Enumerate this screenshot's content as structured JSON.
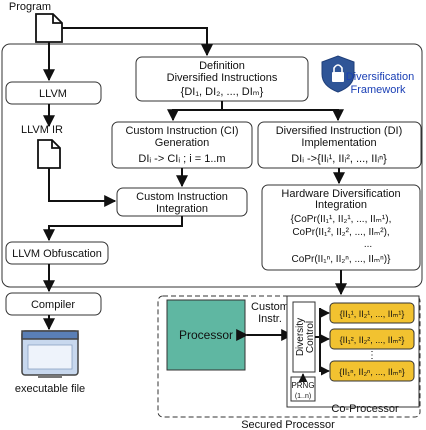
{
  "labels": {
    "program": "Program",
    "llvm": "LLVM",
    "llvm_ir": "LLVM IR",
    "llvm_obfuscation": "LLVM Obfuscation",
    "compiler": "Compiler",
    "executable": "executable file",
    "definition_line1": "Definition",
    "definition_line2": "Diversified Instructions",
    "definition_line3": "{DI₁, DI₂, ..., DIₘ}",
    "framework_line1": "Diversification",
    "framework_line2": "Framework",
    "ci_line1": "Custom Instruction (CI)",
    "ci_line2": "Generation",
    "ci_line3": "DIᵢ -> CIᵢ ;  i = 1..m",
    "di_line1": "Diversified Instruction (DI)",
    "di_line2": "Implementation",
    "di_line3": "DIᵢ ->{IIᵢ¹, IIᵢ², ..., IIᵢⁿ}",
    "integ_line1": "Custom Instruction",
    "integ_line2": "Integration",
    "hw_line1": "Hardware Diversification",
    "hw_line2": "Integration",
    "hw_line3": "{CoPr(II₁¹, II₂¹, ..., IIₘ¹),",
    "hw_line4": "CoPr(II₁², II₂², ..., IIₘ²),",
    "hw_line5": "...",
    "hw_line6": "CoPr(II₁ⁿ, II₂ⁿ, ..., IIₘⁿ)}",
    "processor": "Processor",
    "custom_instr_line1": "Custom",
    "custom_instr_line2": "Instr.",
    "diversity_control_line1": "Diversity",
    "diversity_control_line2": "Control",
    "prng_line1": "PRNG",
    "prng_line2": "(1..n)",
    "ii_row1": "{II₁¹, II₂¹, ..., IIₘ¹}",
    "ii_row2": "{II₁², II₂², ..., IIₘ²}",
    "ii_dots": "⋮",
    "ii_rown": "{II₁ⁿ, II₂ⁿ, ..., IIₘⁿ}",
    "coprocessor": "Co-Processor",
    "secured_processor": "Secured Processor"
  },
  "colors": {
    "processor_fill": "#5fb7a2",
    "ii_fill": "#f2c230",
    "framework_text": "#1a3fb5",
    "lock_badge": "#2f5597"
  },
  "icons": [
    "document-icon",
    "lock-icon",
    "monitor-icon"
  ]
}
